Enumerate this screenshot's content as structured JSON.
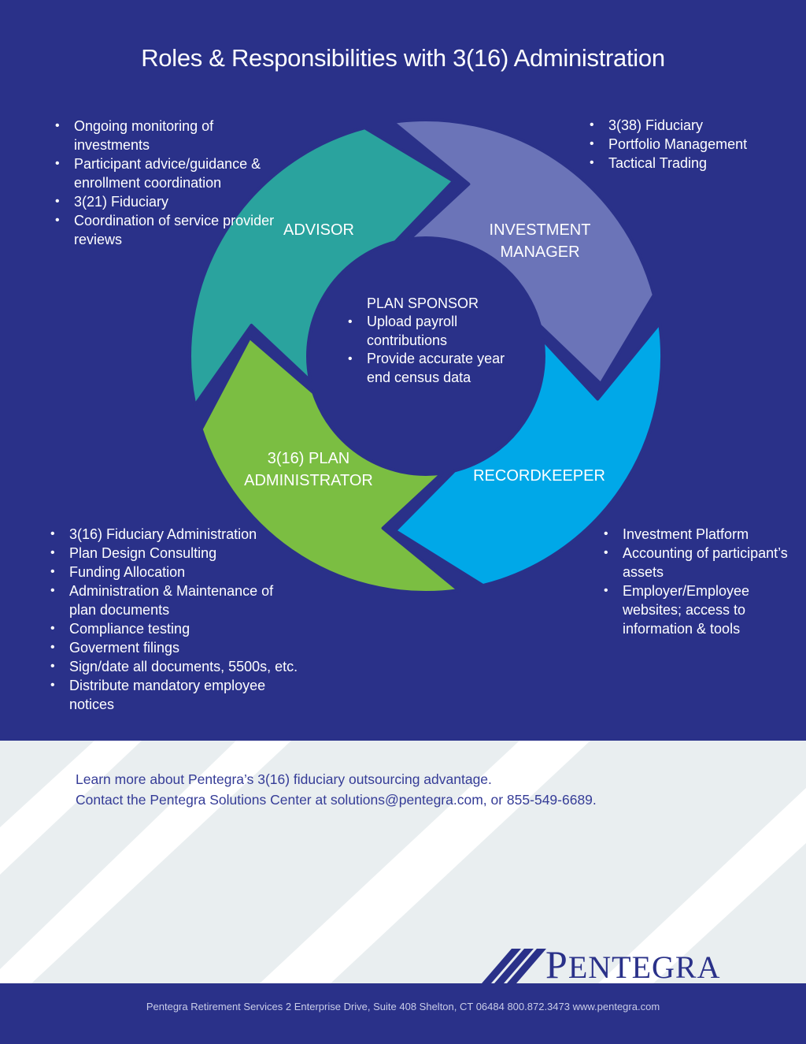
{
  "title": "Roles & Responsibilities with 3(16) Administration",
  "colors": {
    "background": "#2a3189",
    "advisor": "#2aa39e",
    "investment_manager": "#6b74b8",
    "recordkeeper": "#00a8e8",
    "plan_administrator": "#7bbe42"
  },
  "roles": {
    "advisor": {
      "label": "ADVISOR",
      "items": [
        "Ongoing monitoring of investments",
        "Participant advice/guidance & enrollment coordination",
        "3(21) Fiduciary",
        "Coordination of service provider reviews"
      ]
    },
    "investment_manager": {
      "label_line1": "INVESTMENT",
      "label_line2": "MANAGER",
      "items": [
        "3(38) Fiduciary",
        "Portfolio Management",
        "Tactical Trading"
      ]
    },
    "recordkeeper": {
      "label": "RECORDKEEPER",
      "items": [
        "Investment Platform",
        "Accounting of participant’s assets",
        "Employer/Employee websites; access to information & tools"
      ]
    },
    "plan_administrator": {
      "label_line1": "3(16) PLAN",
      "label_line2": "ADMINISTRATOR",
      "items": [
        "3(16) Fiduciary Administration",
        "Plan Design Consulting",
        "Funding Allocation",
        "Administration & Maintenance of plan documents",
        "Compliance testing",
        "Goverment filings",
        "Sign/date all documents, 5500s, etc.",
        "Distribute mandatory employee notices"
      ]
    },
    "plan_sponsor": {
      "label": "PLAN SPONSOR",
      "items": [
        "Upload payroll contributions",
        "Provide accurate year end census data"
      ]
    }
  },
  "footer": {
    "line1": "Learn more about Pentegra’s 3(16) fiduciary outsourcing advantage.",
    "line2": "Contact the Pentegra Solutions Center at solutions@pentegra.com, or 855-549-6689."
  },
  "logo": {
    "first": "P",
    "rest": "ENTEGRA"
  },
  "address": "Pentegra Retirement Services  2 Enterprise Drive, Suite 408  Shelton, CT 06484  800.872.3473  www.pentegra.com"
}
